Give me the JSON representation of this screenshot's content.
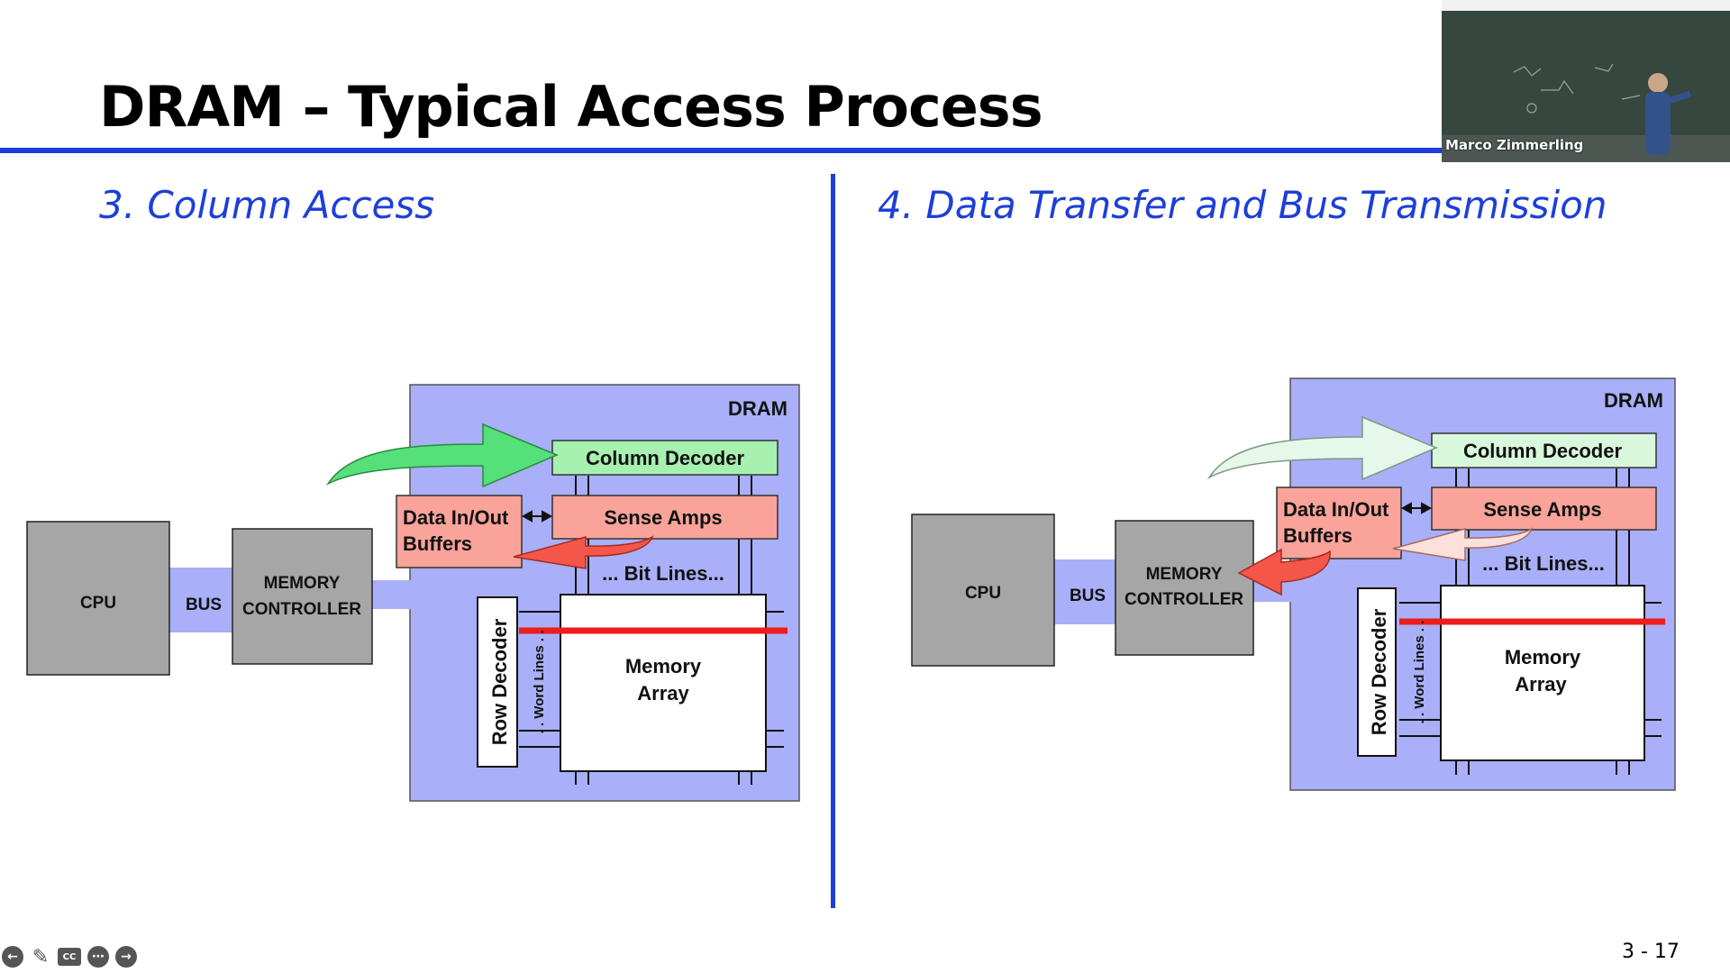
{
  "slide": {
    "title": "DRAM – Typical Access Process",
    "page_number": "3 - 17"
  },
  "left_panel": {
    "heading": "3. Column Access",
    "labels": {
      "dram": "DRAM",
      "column_decoder": "Column Decoder",
      "sense_amps": "Sense Amps",
      "data_io_line1": "Data In/Out",
      "data_io_line2": "Buffers",
      "bit_lines": "... Bit Lines...",
      "row_decoder": "Row Decoder",
      "word_lines": ". . Word Lines . .",
      "memory_line1": "Memory",
      "memory_line2": "Array",
      "cpu": "CPU",
      "bus": "BUS",
      "mc_line1": "MEMORY",
      "mc_line2": "CONTROLLER"
    }
  },
  "right_panel": {
    "heading": "4. Data Transfer and Bus Transmission",
    "labels": {
      "dram": "DRAM",
      "column_decoder": "Column Decoder",
      "sense_amps": "Sense Amps",
      "data_io_line1": "Data In/Out",
      "data_io_line2": "Buffers",
      "bit_lines": "... Bit Lines...",
      "row_decoder": "Row Decoder",
      "word_lines": ". . Word Lines . .",
      "memory_line1": "Memory",
      "memory_line2": "Array",
      "cpu": "CPU",
      "bus": "BUS",
      "mc_line1": "MEMORY",
      "mc_line2": "CONTROLLER"
    }
  },
  "webcam": {
    "name": "Marco Zimmerling"
  },
  "toolbar": {
    "icons": [
      "arrow-left-icon",
      "pen-icon",
      "captions-icon",
      "more-icon",
      "arrow-right-icon"
    ],
    "cc_label": "CC"
  },
  "colors": {
    "accent_blue": "#1d3fd8",
    "dram_fill": "#a9aff8",
    "gray_block": "#a6a6a6",
    "decoder_green": "#a6f0b0",
    "sense_pink": "#f9a39a",
    "word_line_red": "#ee1c1c"
  }
}
